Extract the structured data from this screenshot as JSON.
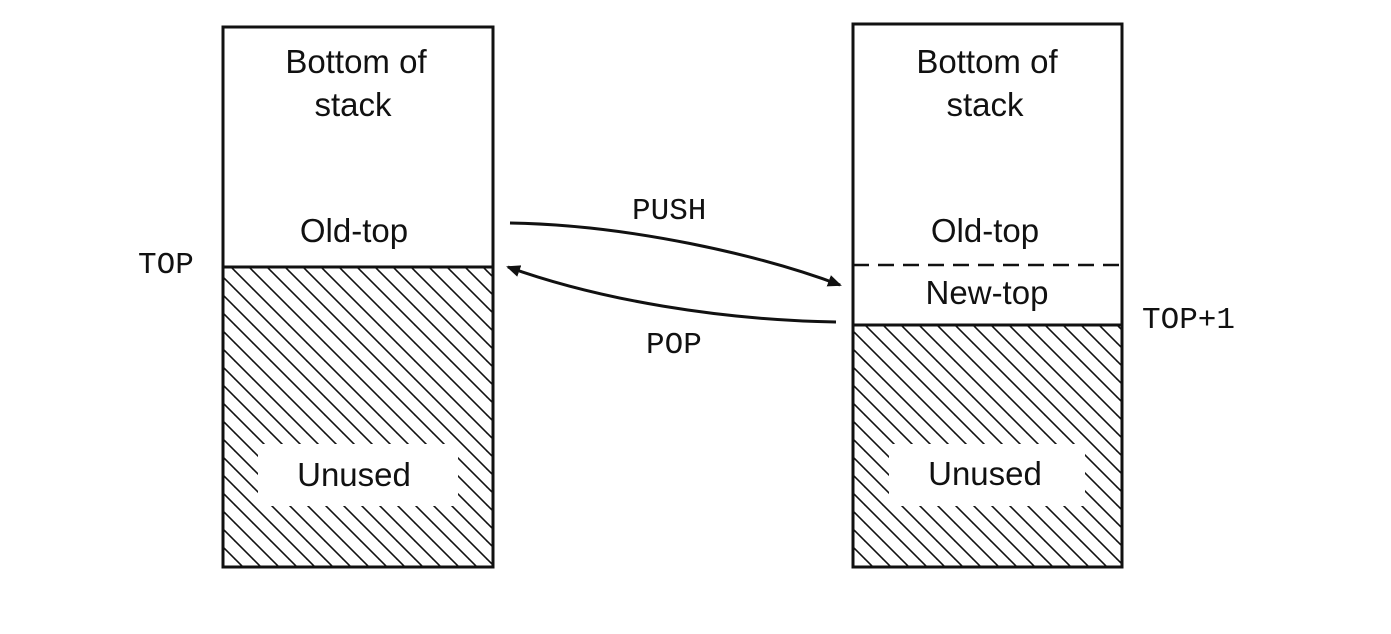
{
  "diagram": {
    "left_stack": {
      "bottom_label_line1": "Bottom of",
      "bottom_label_line2": "stack",
      "old_top_label": "Old-top",
      "unused_label": "Unused",
      "pointer_label": "TOP"
    },
    "right_stack": {
      "bottom_label_line1": "Bottom of",
      "bottom_label_line2": "stack",
      "old_top_label": "Old-top",
      "new_top_label": "New-top",
      "unused_label": "Unused",
      "pointer_label": "TOP+1"
    },
    "push_label": "PUSH",
    "pop_label": "POP"
  },
  "colors": {
    "ink": "#111111",
    "background": "#ffffff"
  }
}
